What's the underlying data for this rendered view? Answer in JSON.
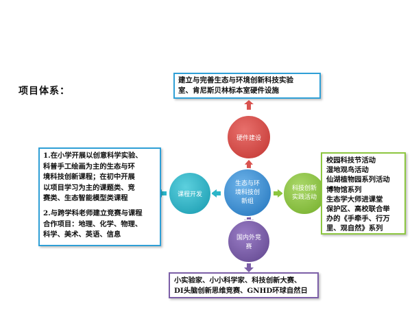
{
  "title": "项目体系：",
  "center": {
    "line1": "生态与环",
    "line2": "境科技创",
    "line3": "新组"
  },
  "nodes": {
    "top": "硬件建设",
    "left": "课程开发",
    "right": {
      "line1": "科技创新",
      "line2": "实践活动"
    },
    "bottom": {
      "line1": "国内外竞",
      "line2": "赛"
    }
  },
  "boxes": {
    "top": {
      "line1": "建立与完善生态与环境创新科技实验",
      "line2": "室、肯尼斯贝林标本室硬件设施"
    },
    "left": {
      "p1": {
        "l1": "1.在小学开展以创意科学实验、",
        "l2": "科普手工绘画为主的生态与环",
        "l3": "境科技创新课程；在初中开展",
        "l4": "以项目学习为主的课题类、竞",
        "l5": "赛类、生态智能模型类课程"
      },
      "p2": {
        "l1": "2.与跨学科老师建立竞赛与课程",
        "l2": "合作项目：地理、化学、物理、",
        "l3": "科学、美术、英语、信息"
      }
    },
    "right": {
      "l1": "校园科技节活动",
      "l2": "湿地观鸟活动",
      "l3": "仙湖植物园系列活动",
      "l4": "博物馆系列",
      "l5": "生态学大师进课堂",
      "l6": "保护区、高校联合举",
      "l7": "办的《手牵手、行万",
      "l8": "里、观自然》系列"
    },
    "bottom": {
      "line1": "小实验家、小小科学家、科技创新大赛、",
      "line2": "DI头脑创新思维竞赛、GNHD环球自然日"
    }
  },
  "colors": {
    "center": "#3d8fd0",
    "top": "#d9534f",
    "left": "#2bb5c8",
    "right": "#8cc63f",
    "bottom": "#7b5ea7",
    "box_border_blue": "#2e9fd6"
  }
}
